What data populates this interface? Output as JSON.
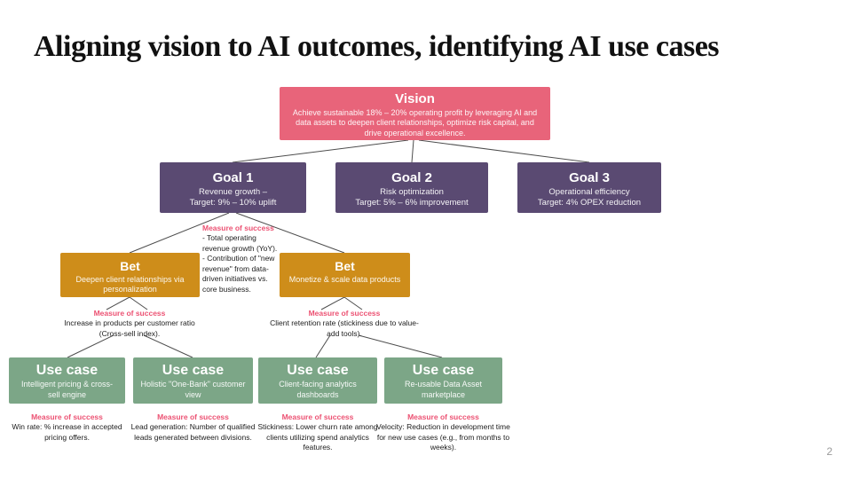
{
  "slide": {
    "title": "Aligning vision to AI outcomes, identifying AI use cases",
    "page_number": "2"
  },
  "colors": {
    "vision_box": "#E8647A",
    "goal_box": "#5A4A72",
    "bet_box": "#CE8D1A",
    "use_case_box": "#7CA687",
    "measure_label": "#EC5273",
    "connector_line": "#4d4d4d"
  },
  "vision": {
    "title": "Vision",
    "body": "Achieve sustainable 18% – 20% operating profit by leveraging AI and data assets to deepen client relationships, optimize risk capital, and drive operational excellence."
  },
  "goals": [
    {
      "title": "Goal 1",
      "body": "Revenue growth –\nTarget: 9% – 10% uplift"
    },
    {
      "title": "Goal 2",
      "body": "Risk optimization\nTarget: 5% – 6% improvement"
    },
    {
      "title": "Goal 3",
      "body": "Operational efficiency\nTarget: 4% OPEX reduction"
    }
  ],
  "goal_measure": {
    "label": "Measure of success",
    "body": "- Total operating revenue growth (YoY).\n- Contribution of \"new revenue\" from data-driven initiatives vs. core business."
  },
  "bets": [
    {
      "title": "Bet",
      "body": "Deepen client relationships via personalization",
      "measure_label": "Measure of success",
      "measure_body": "Increase in products per customer ratio (Cross-sell index)."
    },
    {
      "title": "Bet",
      "body": "Monetize & scale data products",
      "measure_label": "Measure of success",
      "measure_body": "Client retention rate (stickiness due to value-add tools)."
    }
  ],
  "use_cases": [
    {
      "title": "Use case",
      "body": "Intelligent pricing & cross-sell engine",
      "measure_label": "Measure of success",
      "measure_body": "Win rate: % increase in accepted pricing offers."
    },
    {
      "title": "Use case",
      "body": "Holistic \"One-Bank\" customer view",
      "measure_label": "Measure of success",
      "measure_body": "Lead generation: Number of qualified leads generated between divisions."
    },
    {
      "title": "Use case",
      "body": "Client-facing analytics dashboards",
      "measure_label": "Measure of success",
      "measure_body": "Stickiness: Lower churn rate among clients utilizing spend analytics features."
    },
    {
      "title": "Use case",
      "body": "Re-usable Data Asset marketplace",
      "measure_label": "Measure of success",
      "measure_body": "Velocity: Reduction in development time for new use cases (e.g., from months to weeks)."
    }
  ]
}
